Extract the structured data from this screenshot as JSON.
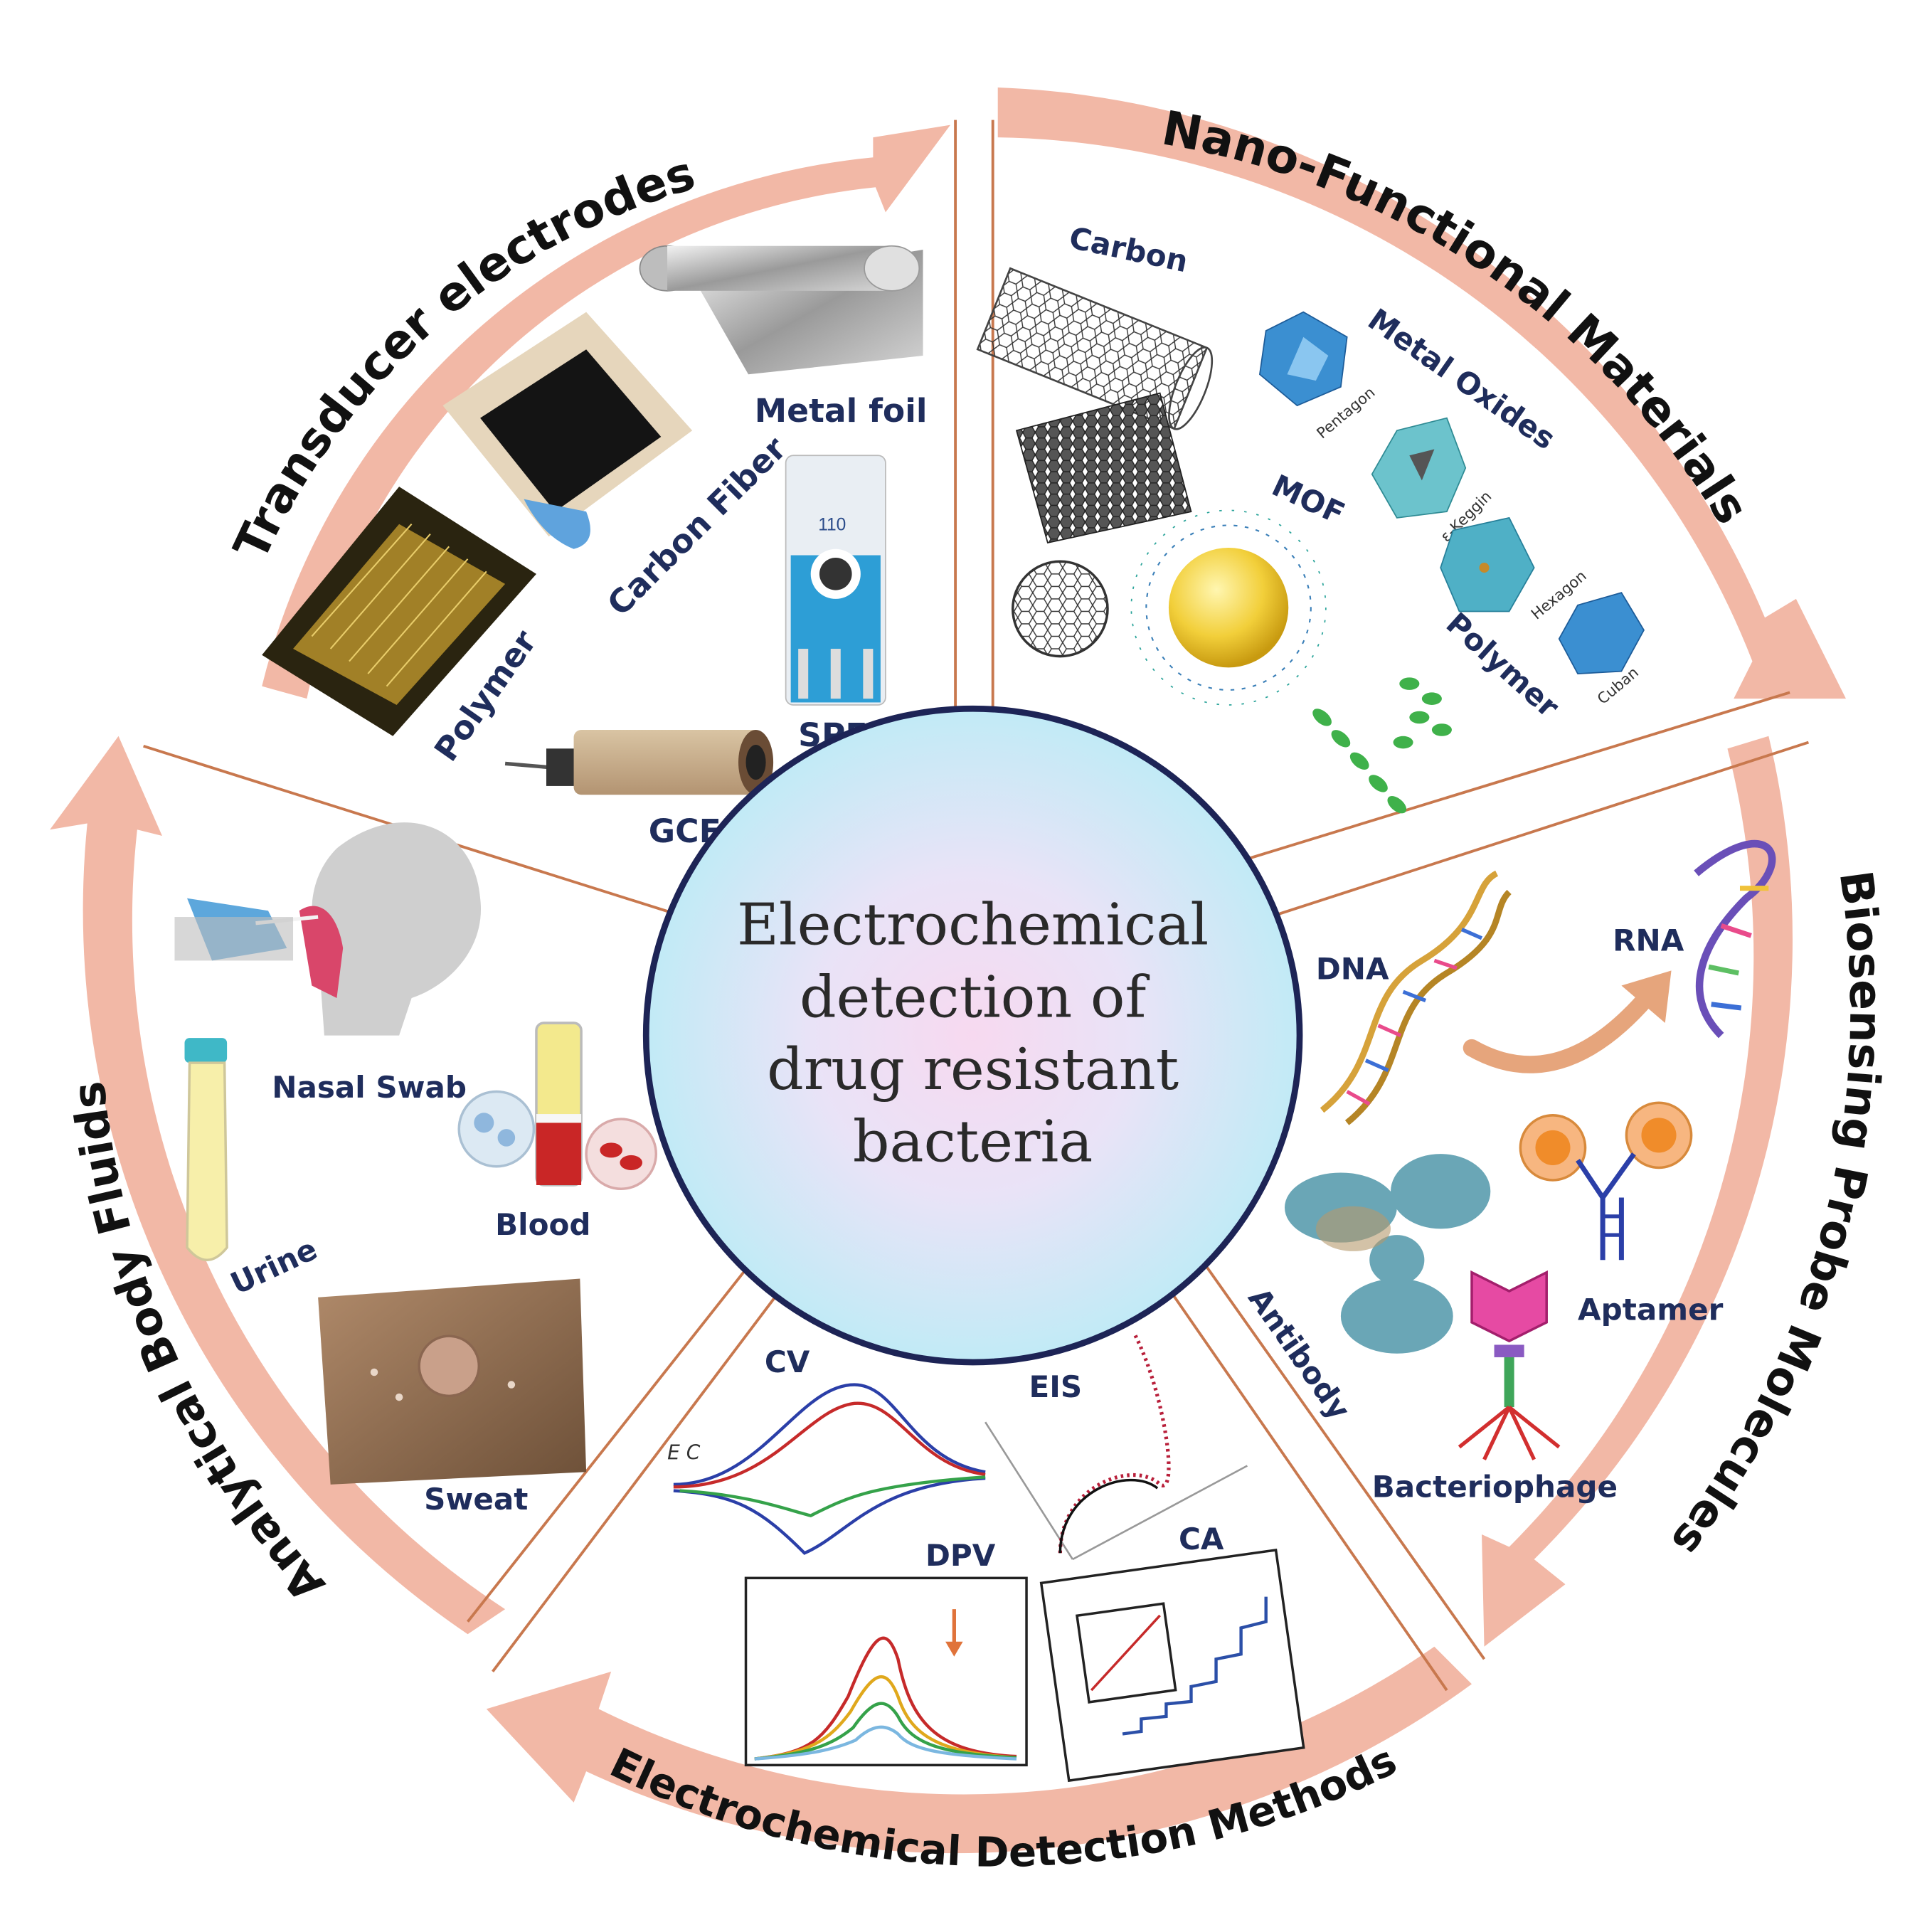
{
  "colors": {
    "arrow": "#f2b8a6",
    "divider": "#c8784e",
    "circle_border": "#1d2456",
    "label": "#1f2d5c"
  },
  "center": {
    "lines": [
      "Electrochemical",
      "detection of",
      "drug resistant",
      "bacteria"
    ]
  },
  "segments": {
    "transducer": {
      "title": "Transducer electrodes",
      "items": [
        "Metal foil",
        "Carbon Fiber",
        "Polymer",
        "SPE",
        "GCE"
      ],
      "spe_text": "110"
    },
    "nano": {
      "title": "Nano-Functional Materials",
      "items": [
        "Carbon",
        "Metal Oxides",
        "MOF",
        "Polymer"
      ],
      "small": [
        "Pentagon",
        "ε-Keggin",
        "Hexagon",
        "Cuban"
      ]
    },
    "probe": {
      "title": "Biosensing Probe Molecules",
      "items": [
        "DNA",
        "RNA",
        "Antibody",
        "Aptamer",
        "Bacteriophage"
      ]
    },
    "methods": {
      "title": "Electrochemical Detection Methods",
      "items": [
        "CV",
        "EIS",
        "DPV",
        "CA"
      ],
      "cv_annotation": "E C"
    },
    "fluids": {
      "title": "Analytical Body Fluids",
      "items": [
        "Nasal Swab",
        "Blood",
        "Urine",
        "Sweat"
      ]
    }
  }
}
